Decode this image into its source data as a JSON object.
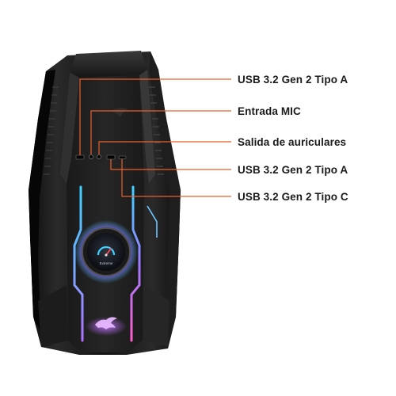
{
  "product": {
    "image": "gaming-pc-case-front-io-panel",
    "accent_line_color": "#e8602c",
    "rgb_colors": [
      "#3fd0ff",
      "#b070ff",
      "#ff5cc8"
    ]
  },
  "callouts": [
    {
      "label": "USB 3.2 Gen 2 Tipo A"
    },
    {
      "label": "Entrada MIC"
    },
    {
      "label": "Salida de auriculares"
    },
    {
      "label": "USB 3.2 Gen 2 Tipo A"
    },
    {
      "label": "USB 3.2 Gen 2 Tipo C"
    }
  ],
  "dial": {
    "label": "Extreme"
  }
}
